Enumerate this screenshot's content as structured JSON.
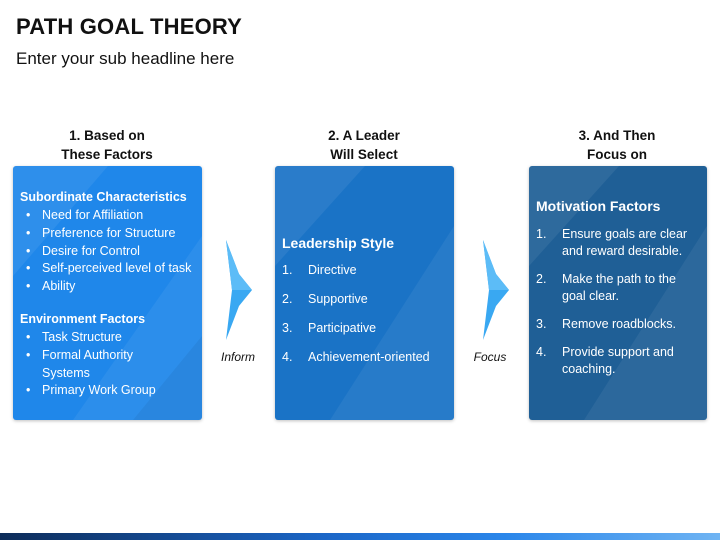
{
  "header": {
    "title": "PATH GOAL THEORY",
    "subtitle": "Enter your sub headline here"
  },
  "columns": [
    {
      "heading_line1": "1. Based on",
      "heading_line2": "These Factors"
    },
    {
      "heading_line1": "2. A Leader",
      "heading_line2": "Will Select"
    },
    {
      "heading_line1": "3. And Then",
      "heading_line2": "Focus on"
    }
  ],
  "box1": {
    "subordinate": {
      "heading": "Subordinate Characteristics",
      "items": [
        "Need for Affiliation",
        "Preference for Structure",
        "Desire for Control",
        "Self-perceived level of task",
        "Ability"
      ]
    },
    "environment": {
      "heading": "Environment Factors",
      "items": [
        "Task Structure",
        "Formal Authority Systems",
        "Primary Work Group"
      ]
    }
  },
  "box2": {
    "heading": "Leadership Style",
    "items": [
      {
        "num": "1.",
        "text": "Directive"
      },
      {
        "num": "2.",
        "text": "Supportive"
      },
      {
        "num": "3.",
        "text": "Participative"
      },
      {
        "num": "4.",
        "text": "Achievement-oriented"
      }
    ]
  },
  "box3": {
    "heading": "Motivation Factors",
    "items": [
      {
        "num": "1.",
        "text": "Ensure goals are clear and reward desirable."
      },
      {
        "num": "2.",
        "text": "Make the path to the goal clear."
      },
      {
        "num": "3.",
        "text": "Remove roadblocks."
      },
      {
        "num": "4.",
        "text": "Provide support and coaching."
      }
    ]
  },
  "arrows": [
    {
      "label": "Inform"
    },
    {
      "label": "Focus"
    }
  ],
  "colors": {
    "box1": "#1f87ea",
    "box2": "#1a73c6",
    "box3": "#1f5f96",
    "arrow_fill": "#39a8f2"
  }
}
